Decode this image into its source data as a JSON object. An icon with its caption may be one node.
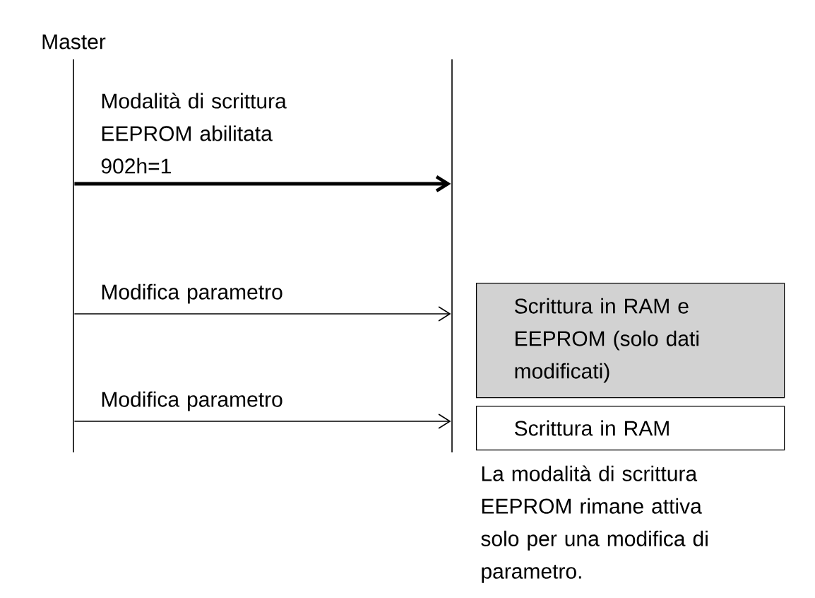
{
  "diagram": {
    "nodes": [
      {
        "text": [
          "Master"
        ]
      },
      {
        "text": [],
        "shape": "bar"
      },
      {
        "text": [
          "Scrittura in RAM e EEPROM (solo dati modificati)"
        ]
      },
      {
        "text": [
          "Scrittura in RAM"
        ]
      }
    ],
    "edges": [
      {
        "from": 0,
        "to": 1,
        "arrow": "to",
        "style": "thick",
        "label": "Modalità di scrittura EEPROM abilitata 902h=1"
      },
      {
        "from": 0,
        "to": 1,
        "arrow": "to",
        "label": "Modifica parametro"
      },
      {
        "from": 0,
        "to": 1,
        "arrow": "to",
        "label": "Modifica parametro"
      }
    ],
    "labels": [
      "La modalità di scrittura EEPROM rimane attiva solo per una modifica di parametro."
    ]
  }
}
